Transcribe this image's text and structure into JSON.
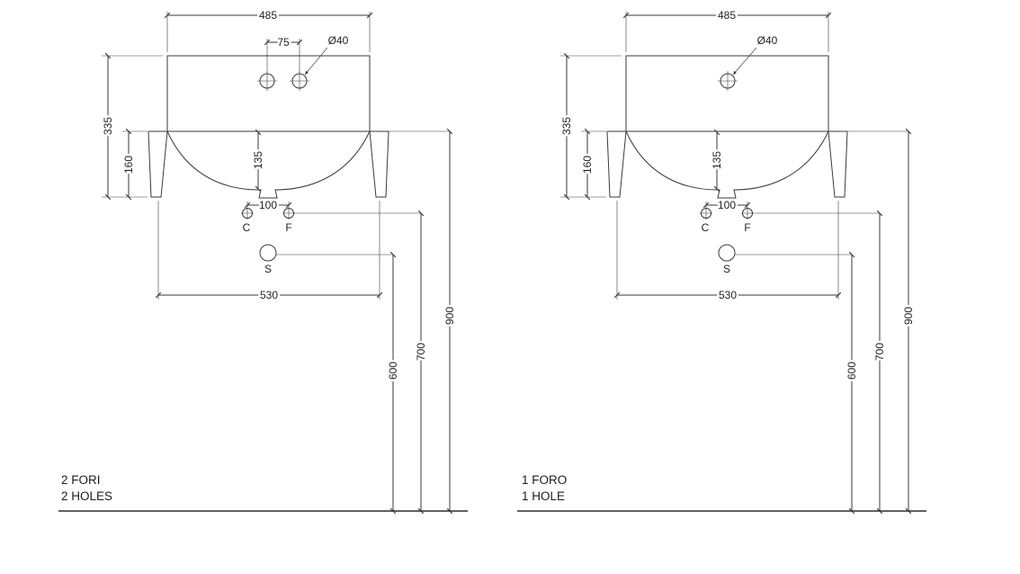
{
  "colors": {
    "line": "#3a3a3a",
    "text": "#232323",
    "background": "#ffffff"
  },
  "drawings": {
    "left": {
      "caption": {
        "line1": "2 FORI",
        "line2": "2 HOLES"
      },
      "dims": {
        "top_width": "485",
        "hole_spacing": "75",
        "hole_diameter": "Ø40",
        "overall_height": "335",
        "apron_height": "160",
        "inner_depth": "135",
        "cf_spacing": "100",
        "bottom_width": "530",
        "siphon_height": "600",
        "supply_height": "700",
        "rim_height": "900"
      },
      "points": {
        "c": "C",
        "f": "F",
        "s": "S"
      }
    },
    "right": {
      "caption": {
        "line1": "1 FORO",
        "line2": "1 HOLE"
      },
      "dims": {
        "top_width": "485",
        "hole_diameter": "Ø40",
        "overall_height": "335",
        "apron_height": "160",
        "inner_depth": "135",
        "cf_spacing": "100",
        "bottom_width": "530",
        "siphon_height": "600",
        "supply_height": "700",
        "rim_height": "900"
      },
      "points": {
        "c": "C",
        "f": "F",
        "s": "S"
      }
    }
  }
}
